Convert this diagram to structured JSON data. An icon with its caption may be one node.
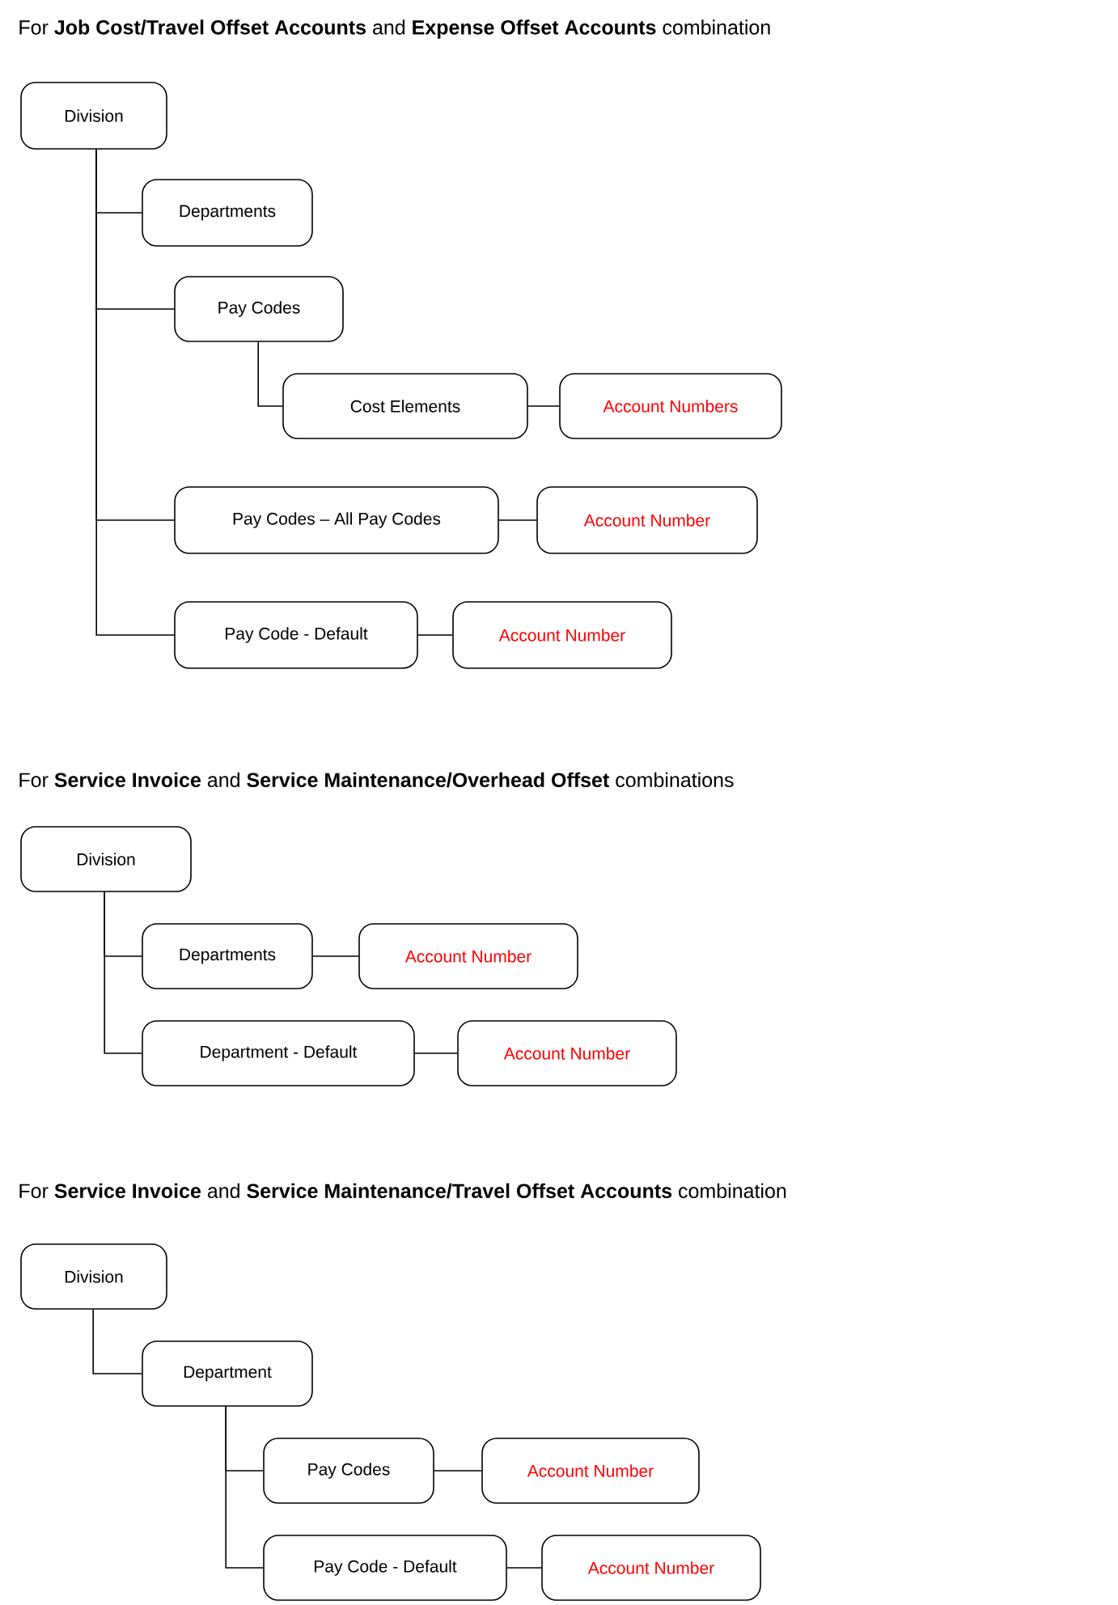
{
  "diagram": {
    "nodes": [
      {
        "text": [
          "Division"
        ]
      },
      {
        "text": [
          "Departments"
        ]
      },
      {
        "text": [
          "Pay Codes"
        ]
      },
      {
        "text": [
          "Cost Elements"
        ]
      },
      {
        "text": [
          "Account Numbers"
        ]
      },
      {
        "text": [
          "Pay Codes – All Pay Codes"
        ]
      },
      {
        "text": [
          "Account Number"
        ]
      },
      {
        "text": [
          "Pay Code - Default"
        ]
      },
      {
        "text": [
          "Account Number"
        ]
      },
      {
        "text": [
          "Division"
        ]
      },
      {
        "text": [
          "Departments"
        ]
      },
      {
        "text": [
          "Account Number"
        ]
      },
      {
        "text": [
          "Department - Default"
        ]
      },
      {
        "text": [
          "Account Number"
        ]
      },
      {
        "text": [
          "Division"
        ]
      },
      {
        "text": [
          "Department"
        ]
      },
      {
        "text": [
          "Pay Codes"
        ]
      },
      {
        "text": [
          "Account Number"
        ]
      },
      {
        "text": [
          "Pay Code - Default"
        ]
      },
      {
        "text": [
          "Account Number"
        ]
      }
    ],
    "edges": [
      {
        "from": 0,
        "to": 1,
        "arrow": "none"
      },
      {
        "from": 0,
        "to": 2,
        "arrow": "none"
      },
      {
        "from": 2,
        "to": 3,
        "arrow": "none"
      },
      {
        "from": 3,
        "to": 4,
        "arrow": "none"
      },
      {
        "from": 0,
        "to": 5,
        "arrow": "none"
      },
      {
        "from": 5,
        "to": 6,
        "arrow": "none"
      },
      {
        "from": 0,
        "to": 7,
        "arrow": "none"
      },
      {
        "from": 7,
        "to": 8,
        "arrow": "none"
      },
      {
        "from": 9,
        "to": 10,
        "arrow": "none"
      },
      {
        "from": 10,
        "to": 11,
        "arrow": "none"
      },
      {
        "from": 9,
        "to": 12,
        "arrow": "none"
      },
      {
        "from": 12,
        "to": 13,
        "arrow": "none"
      },
      {
        "from": 14,
        "to": 15,
        "arrow": "none"
      },
      {
        "from": 15,
        "to": 16,
        "arrow": "none"
      },
      {
        "from": 16,
        "to": 17,
        "arrow": "none"
      },
      {
        "from": 15,
        "to": 18,
        "arrow": "none"
      },
      {
        "from": 18,
        "to": 19,
        "arrow": "none"
      }
    ],
    "labels": [
      "For **Job Cost/Travel Offset Accounts** and **Expense Offset Accounts** combination",
      "For **Service Invoice** and **Service Maintenance/Overhead Offset** combinations",
      "For **Service Invoice** and **Service Maintenance/Travel Offset Accounts** combination"
    ]
  }
}
